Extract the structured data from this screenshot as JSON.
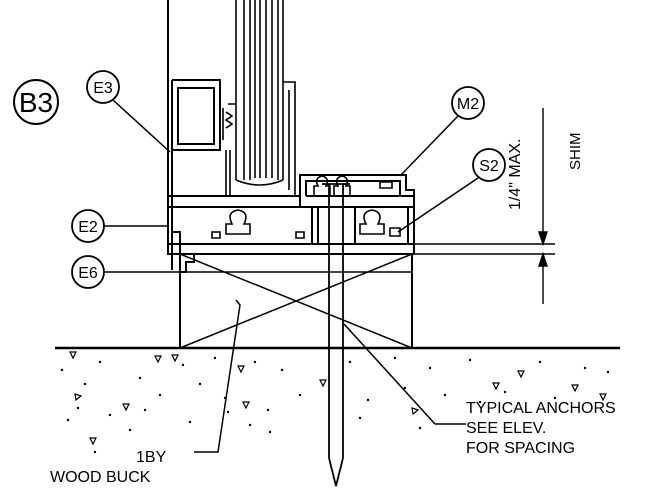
{
  "detail_mark": "B3",
  "callouts": {
    "e3": "E3",
    "e2": "E2",
    "e6": "E6",
    "m2": "M2",
    "s2": "S2"
  },
  "dimension": {
    "value": "1/4\" MAX.",
    "label": "SHIM"
  },
  "notes": {
    "anchors_line1": "TYPICAL ANCHORS",
    "anchors_line2": "SEE ELEV.",
    "anchors_line3": "FOR SPACING",
    "buck_line1": "1BY",
    "buck_line2": "WOOD BUCK"
  }
}
